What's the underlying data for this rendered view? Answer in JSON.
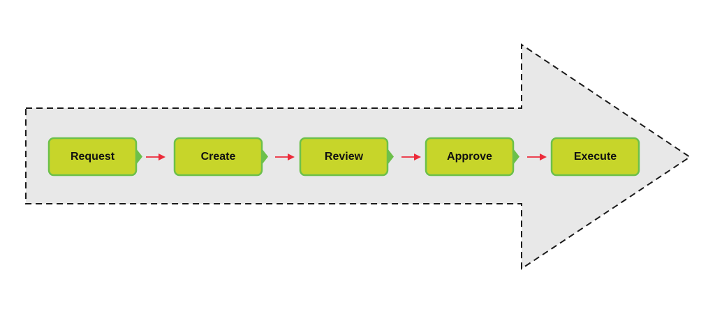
{
  "process": {
    "steps": [
      {
        "label": "Request"
      },
      {
        "label": "Create"
      },
      {
        "label": "Review"
      },
      {
        "label": "Approve"
      },
      {
        "label": "Execute"
      }
    ]
  },
  "colors": {
    "step_fill": "#c7d52a",
    "step_border": "#6cc04a",
    "connector": "#ec2b3a",
    "arrow_fill": "#e8e8e8",
    "arrow_outline": "#1a1a1a"
  }
}
